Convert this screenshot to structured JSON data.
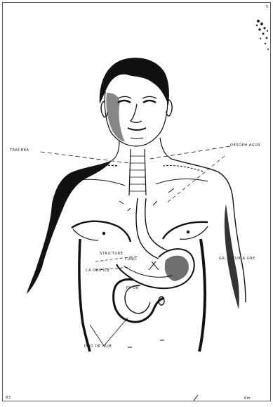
{
  "labels": {
    "trachea": "TRACHEA",
    "oesophagus": "OESOPH AGUS",
    "stricture": "STRICTURE",
    "fundus": "FUND",
    "cardiac_orifice": "CA ORIFICE",
    "pylorus": "PY OR",
    "greater_curvature": "GR. R CUR A URE",
    "duodenum": "DUO DE NUM"
  },
  "marks": {
    "top_right_number": "5",
    "bottom_left": "83",
    "bottom_right": "6m"
  },
  "colors": {
    "ink": "#141414",
    "paper": "#ffffff",
    "frame": "#555555"
  }
}
